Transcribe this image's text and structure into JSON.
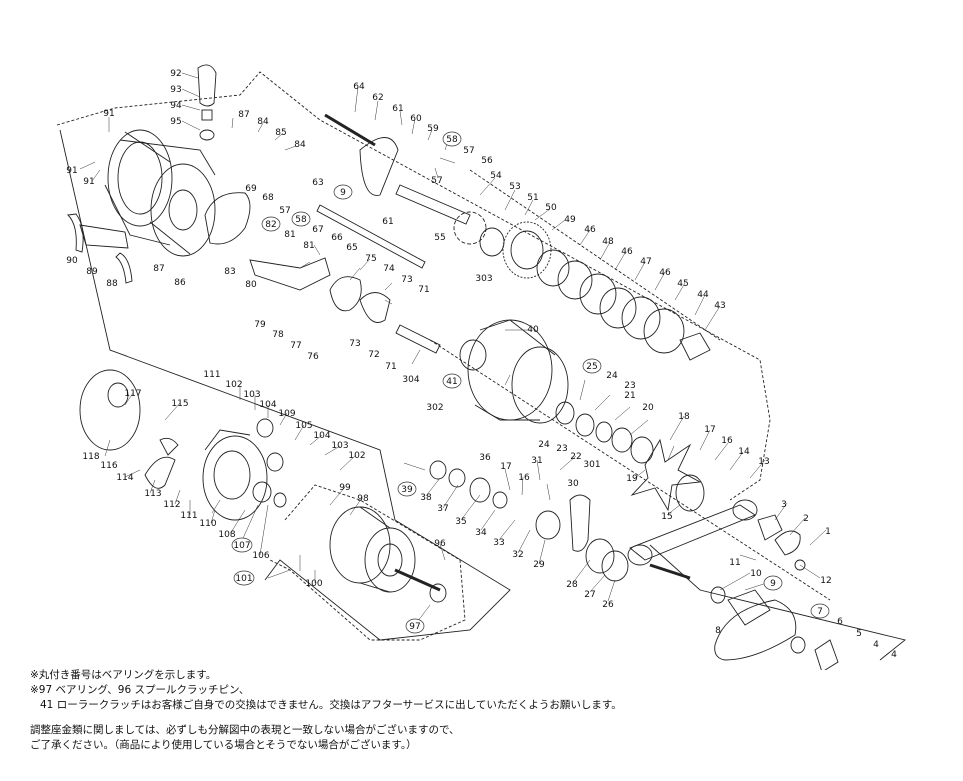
{
  "labels": {
    "n1": "1",
    "n2": "2",
    "n3": "3",
    "n4a": "4",
    "n4b": "4",
    "n5": "5",
    "n6": "6",
    "n7": "7",
    "n8": "8",
    "n9a": "9",
    "n9b": "9",
    "n10": "10",
    "n11": "11",
    "n12": "12",
    "n13": "13",
    "n14": "14",
    "n15": "15",
    "n16a": "16",
    "n16b": "16",
    "n17a": "17",
    "n17b": "17",
    "n18": "18",
    "n19": "19",
    "n20": "20",
    "n21": "21",
    "n22": "22",
    "n23a": "23",
    "n23b": "23",
    "n24a": "24",
    "n24b": "24",
    "n25": "25",
    "n26": "26",
    "n27": "27",
    "n28": "28",
    "n29": "29",
    "n30": "30",
    "n31": "31",
    "n32": "32",
    "n33": "33",
    "n34": "34",
    "n35": "35",
    "n36": "36",
    "n37": "37",
    "n38": "38",
    "n39": "39",
    "n40": "40",
    "n41": "41",
    "n43": "43",
    "n44": "44",
    "n45": "45",
    "n46a": "46",
    "n46b": "46",
    "n46c": "46",
    "n47": "47",
    "n48": "48",
    "n49": "49",
    "n50": "50",
    "n51": "51",
    "n53": "53",
    "n54": "54",
    "n55": "55",
    "n56": "56",
    "n57a": "57",
    "n57b": "57",
    "n57c": "57",
    "n58a": "58",
    "n58b": "58",
    "n59": "59",
    "n60": "60",
    "n61a": "61",
    "n61b": "61",
    "n62": "62",
    "n63": "63",
    "n64": "64",
    "n65": "65",
    "n66": "66",
    "n67": "67",
    "n68": "68",
    "n69": "69",
    "n71a": "71",
    "n71b": "71",
    "n72": "72",
    "n73a": "73",
    "n73b": "73",
    "n74": "74",
    "n75": "75",
    "n76": "76",
    "n77": "77",
    "n78": "78",
    "n79": "79",
    "n80": "80",
    "n81a": "81",
    "n81b": "81",
    "n82": "82",
    "n83": "83",
    "n84a": "84",
    "n84b": "84",
    "n85": "85",
    "n86": "86",
    "n87a": "87",
    "n87b": "87",
    "n88": "88",
    "n89": "89",
    "n90": "90",
    "n91a": "91",
    "n91b": "91",
    "n91c": "91",
    "n92": "92",
    "n93": "93",
    "n94": "94",
    "n95": "95",
    "n96": "96",
    "n97": "97",
    "n98": "98",
    "n99": "99",
    "n100": "100",
    "n101": "101",
    "n102a": "102",
    "n102b": "102",
    "n103a": "103",
    "n103b": "103",
    "n104a": "104",
    "n104b": "104",
    "n105": "105",
    "n106": "106",
    "n107": "107",
    "n108": "108",
    "n109": "109",
    "n110": "110",
    "n111a": "111",
    "n111b": "111",
    "n112": "112",
    "n113": "113",
    "n114": "114",
    "n115": "115",
    "n116": "116",
    "n117": "117",
    "n118": "118",
    "n301": "301",
    "n302": "302",
    "n303": "303",
    "n304": "304"
  },
  "notes": {
    "line1": "※丸付き番号はベアリングを示します。",
    "line2": "※97 ベアリング、96 スプールクラッチピン、",
    "line3": "41 ローラークラッチはお客様ご自身での交換はできません。交換はアフターサービスに出していただくようお願いします。",
    "line4": "調整座金類に関しましては、必ずしも分解図中の表現と一致しない場合がございますので、",
    "line5": "ご了承ください。（商品により使用している場合とそうでない場合がございます。）"
  }
}
